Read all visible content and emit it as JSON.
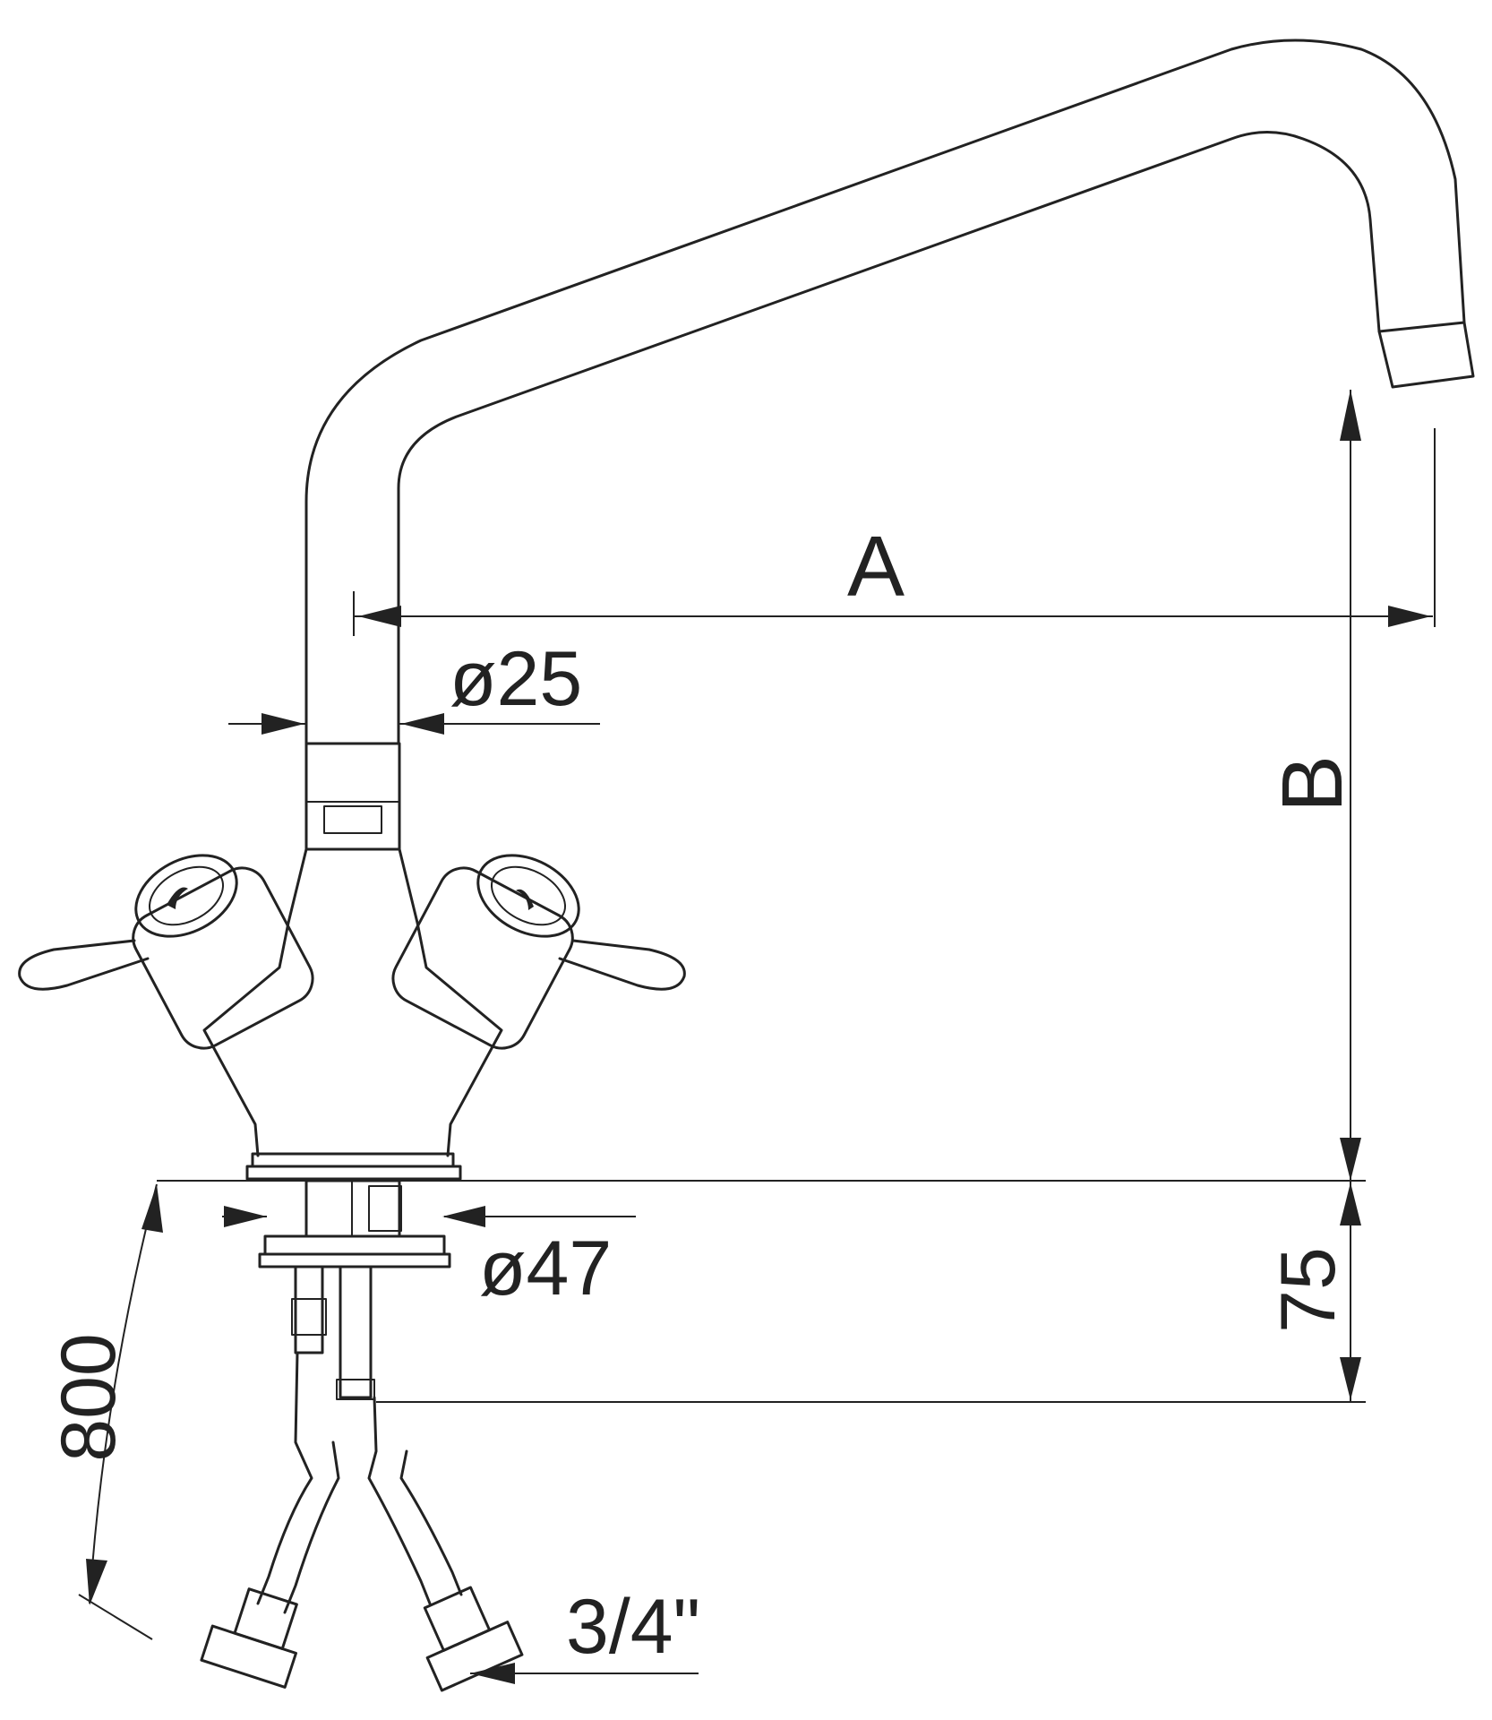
{
  "labels": {
    "spout_reach": "A",
    "spout_height": "B",
    "spout_diameter": "ø25",
    "body_diameter": "ø47",
    "shank_length": "75",
    "hose_length": "800",
    "connection_size": "3/4\""
  }
}
